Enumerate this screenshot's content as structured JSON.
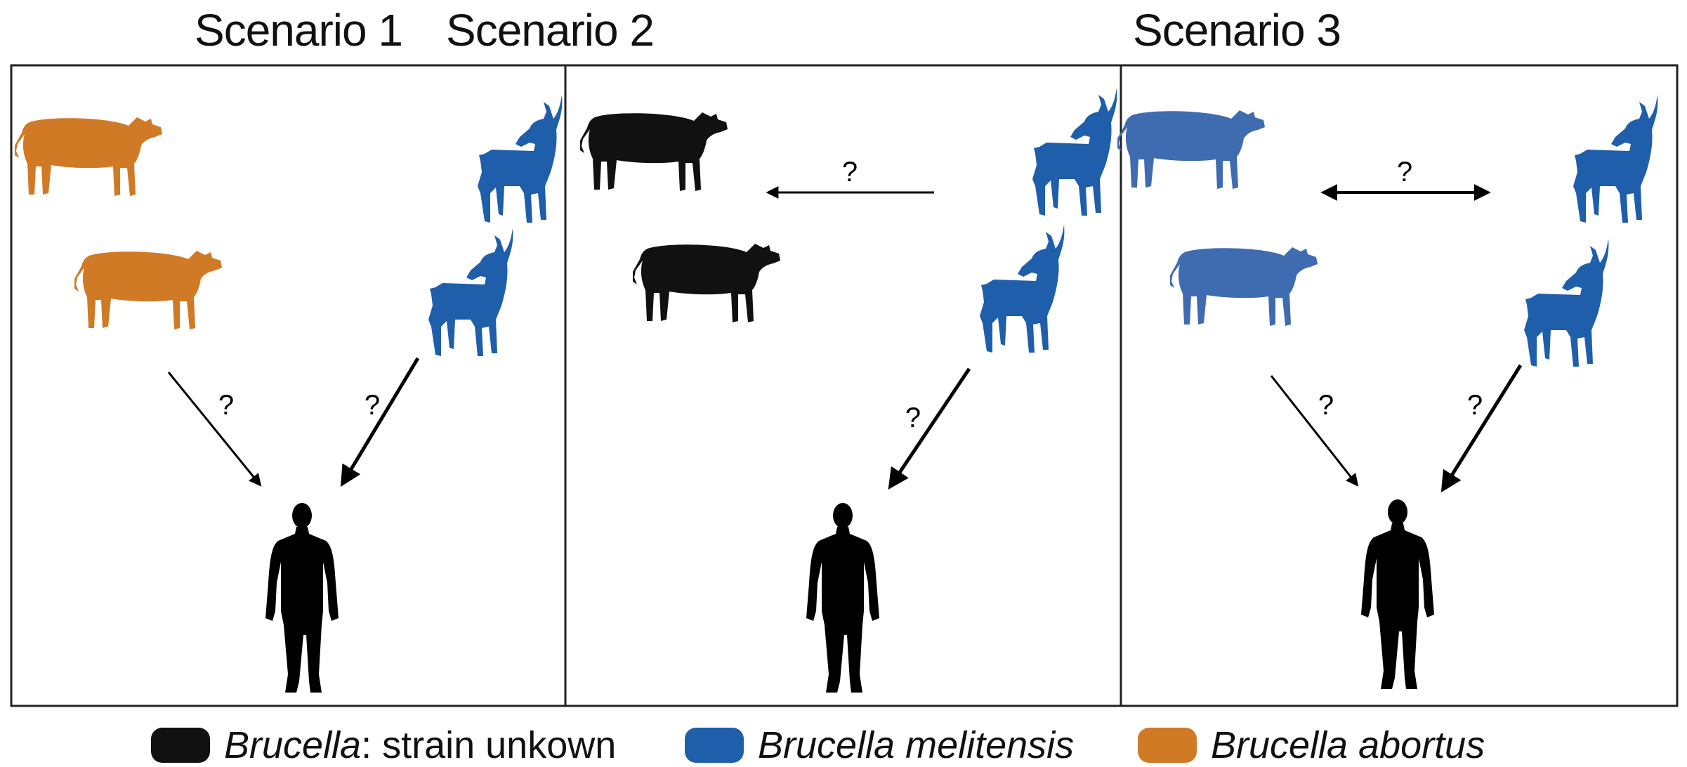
{
  "panels": [
    {
      "title": "Scenario 1"
    },
    {
      "title": "Scenario 2"
    },
    {
      "title": "Scenario 3"
    }
  ],
  "arrow_label": "?",
  "legend": [
    {
      "italic": "Brucella",
      "rest": ": strain unkown",
      "color": "#111111",
      "icon": "black-swatch"
    },
    {
      "italic": "Brucella melitensis",
      "rest": "",
      "color": "#1f5eaa",
      "icon": "blue-swatch"
    },
    {
      "italic": "Brucella abortus",
      "rest": "",
      "color": "#d07a26",
      "icon": "orange-swatch"
    }
  ],
  "colors": {
    "abortus": "#d07a26",
    "melitensis": "#1f5eaa",
    "unknown": "#111111",
    "scenario3_cow": "#3f6cb0",
    "human": "#000000"
  }
}
